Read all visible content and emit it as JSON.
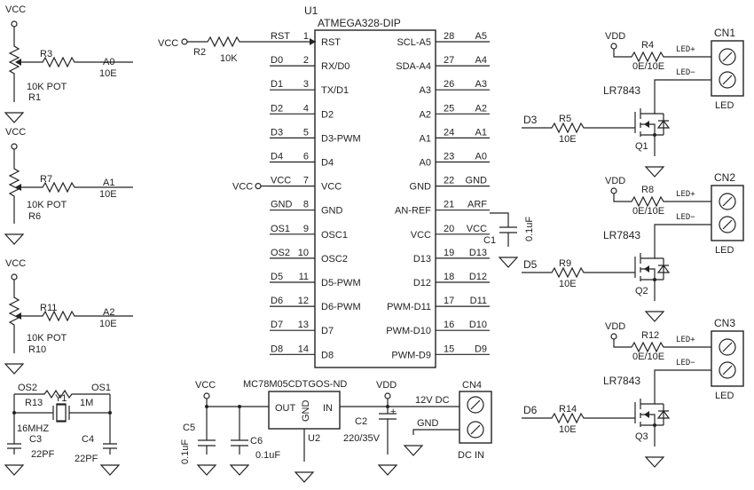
{
  "u1": {
    "ref": "U1",
    "part": "ATMEGA328-DIP",
    "left_pins": [
      {
        "net": "RST",
        "num": "1",
        "name": "RST"
      },
      {
        "net": "D0",
        "num": "2",
        "name": "RX/D0"
      },
      {
        "net": "D1",
        "num": "3",
        "name": "TX/D1"
      },
      {
        "net": "D2",
        "num": "4",
        "name": "D2"
      },
      {
        "net": "D3",
        "num": "5",
        "name": "D3-PWM"
      },
      {
        "net": "D4",
        "num": "6",
        "name": "D4"
      },
      {
        "net": "VCC",
        "num": "7",
        "name": "VCC"
      },
      {
        "net": "GND",
        "num": "8",
        "name": "GND"
      },
      {
        "net": "OS1",
        "num": "9",
        "name": "OSC1"
      },
      {
        "net": "OS2",
        "num": "10",
        "name": "OSC2"
      },
      {
        "net": "D5",
        "num": "11",
        "name": "D5-PWM"
      },
      {
        "net": "D6",
        "num": "12",
        "name": "D6-PWM"
      },
      {
        "net": "D7",
        "num": "13",
        "name": "D7"
      },
      {
        "net": "D8",
        "num": "14",
        "name": "D8"
      }
    ],
    "right_pins": [
      {
        "name": "SCL-A5",
        "num": "28",
        "net": "A5"
      },
      {
        "name": "SDA-A4",
        "num": "27",
        "net": "A4"
      },
      {
        "name": "A3",
        "num": "26",
        "net": "A3"
      },
      {
        "name": "A2",
        "num": "25",
        "net": "A2"
      },
      {
        "name": "A1",
        "num": "24",
        "net": "A1"
      },
      {
        "name": "A0",
        "num": "23",
        "net": "A0"
      },
      {
        "name": "GND",
        "num": "22",
        "net": "GND"
      },
      {
        "name": "AN-REF",
        "num": "21",
        "net": "ARF"
      },
      {
        "name": "VCC",
        "num": "20",
        "net": "VCC"
      },
      {
        "name": "D13",
        "num": "19",
        "net": "D13"
      },
      {
        "name": "D12",
        "num": "18",
        "net": "D12"
      },
      {
        "name": "PWM-D11",
        "num": "17",
        "net": "D11"
      },
      {
        "name": "PWM-D10",
        "num": "16",
        "net": "D10"
      },
      {
        "name": "PWM-D9",
        "num": "15",
        "net": "D9"
      }
    ]
  },
  "rst": {
    "vcc": "VCC",
    "ref": "R2",
    "value": "10K"
  },
  "pots": [
    {
      "vcc": "VCC",
      "ref": "R1",
      "rref": "R3",
      "rval": "10E",
      "net": "A0",
      "value": "10K POT"
    },
    {
      "vcc": "VCC",
      "ref": "R6",
      "rref": "R7",
      "rval": "10E",
      "net": "A1",
      "value": "10K POT"
    },
    {
      "vcc": "VCC",
      "ref": "R10",
      "rref": "R11",
      "rval": "10E",
      "net": "A2",
      "value": "10K POT"
    }
  ],
  "crystal": {
    "os2": "OS2",
    "os1": "OS1",
    "rref": "R13",
    "rval": "1M",
    "yref": "Y1",
    "freq": "16MHZ",
    "c3ref": "C3",
    "c3val": "22PF",
    "c4ref": "C4",
    "c4val": "22PF"
  },
  "c1": {
    "ref": "C1",
    "value": "0.1uF"
  },
  "regulator": {
    "part": "MC78M05CDTGOS-ND",
    "ref": "U2",
    "out": "OUT",
    "gnd": "GND",
    "in": "IN",
    "vcc": "VCC",
    "vdd": "VDD",
    "c5ref": "C5",
    "c5val": "0.1uF",
    "c6ref": "C6",
    "c6val": "0.1uF",
    "c2ref": "C2",
    "c2val": "220/35V",
    "plus": "+"
  },
  "dcin": {
    "ref": "CN4",
    "label": "DC IN",
    "v12": "12V DC",
    "gnd": "GND"
  },
  "leds": [
    {
      "vdd": "VDD",
      "rref": "R4",
      "rval": "0E/10E",
      "cn": "CN1",
      "ledp": "LED+",
      "ledm": "LED−",
      "led": "LED",
      "fet": "LR7843",
      "drive": "D3",
      "gref": "R5",
      "gval": "10E",
      "q": "Q1"
    },
    {
      "vdd": "VDD",
      "rref": "R8",
      "rval": "0E/10E",
      "cn": "CN2",
      "ledp": "LED+",
      "ledm": "LED−",
      "led": "LED",
      "fet": "LR7843",
      "drive": "D5",
      "gref": "R9",
      "gval": "10E",
      "q": "Q2"
    },
    {
      "vdd": "VDD",
      "rref": "R12",
      "rval": "0E/10E",
      "cn": "CN3",
      "ledp": "LED+",
      "ledm": "LED−",
      "led": "LED",
      "fet": "LR7843",
      "drive": "D6",
      "gref": "R14",
      "gval": "10E",
      "q": "Q3"
    }
  ]
}
